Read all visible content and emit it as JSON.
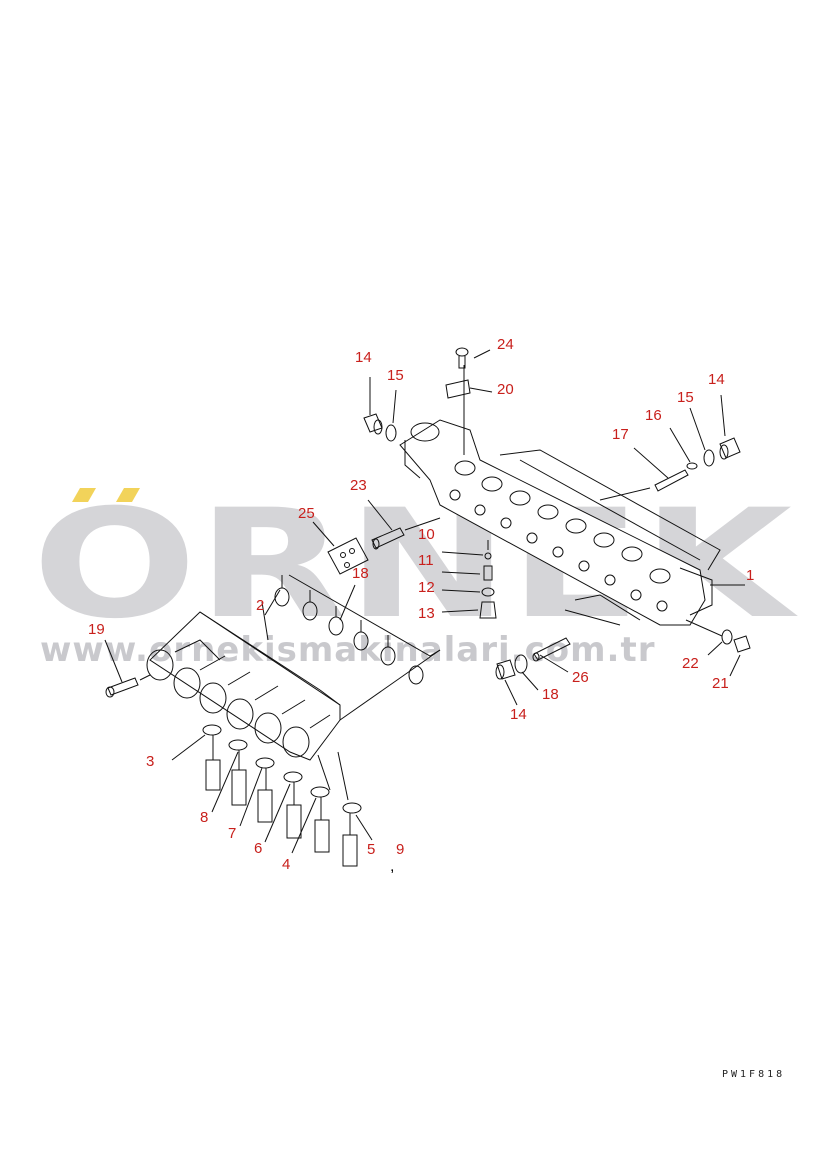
{
  "watermark": {
    "brand": "ÖRNEK",
    "url": "www.ornekismakinalari.com.tr",
    "accent_color": "#f2d35a",
    "text_color": "#c7c7cb"
  },
  "drawing_code": "PW1F818",
  "callout_color": "#c8201c",
  "callouts": [
    {
      "id": "c24",
      "label": "24"
    },
    {
      "id": "c20",
      "label": "20"
    },
    {
      "id": "c14a",
      "label": "14"
    },
    {
      "id": "c15a",
      "label": "15"
    },
    {
      "id": "c14b",
      "label": "14"
    },
    {
      "id": "c15b",
      "label": "15"
    },
    {
      "id": "c16",
      "label": "16"
    },
    {
      "id": "c17",
      "label": "17"
    },
    {
      "id": "c23",
      "label": "23"
    },
    {
      "id": "c25",
      "label": "25"
    },
    {
      "id": "c10",
      "label": "10"
    },
    {
      "id": "c11",
      "label": "11"
    },
    {
      "id": "c12",
      "label": "12"
    },
    {
      "id": "c13",
      "label": "13"
    },
    {
      "id": "c18a",
      "label": "18"
    },
    {
      "id": "c2",
      "label": "2"
    },
    {
      "id": "c1",
      "label": "1"
    },
    {
      "id": "c19",
      "label": "19"
    },
    {
      "id": "c22",
      "label": "22"
    },
    {
      "id": "c21",
      "label": "21"
    },
    {
      "id": "c26",
      "label": "26"
    },
    {
      "id": "c18b",
      "label": "18"
    },
    {
      "id": "c14c",
      "label": "14"
    },
    {
      "id": "c3",
      "label": "3"
    },
    {
      "id": "c8",
      "label": "8"
    },
    {
      "id": "c7",
      "label": "7"
    },
    {
      "id": "c6",
      "label": "6"
    },
    {
      "id": "c4",
      "label": "4"
    },
    {
      "id": "c5",
      "label": "5"
    },
    {
      "id": "c9",
      "label": "9"
    }
  ]
}
